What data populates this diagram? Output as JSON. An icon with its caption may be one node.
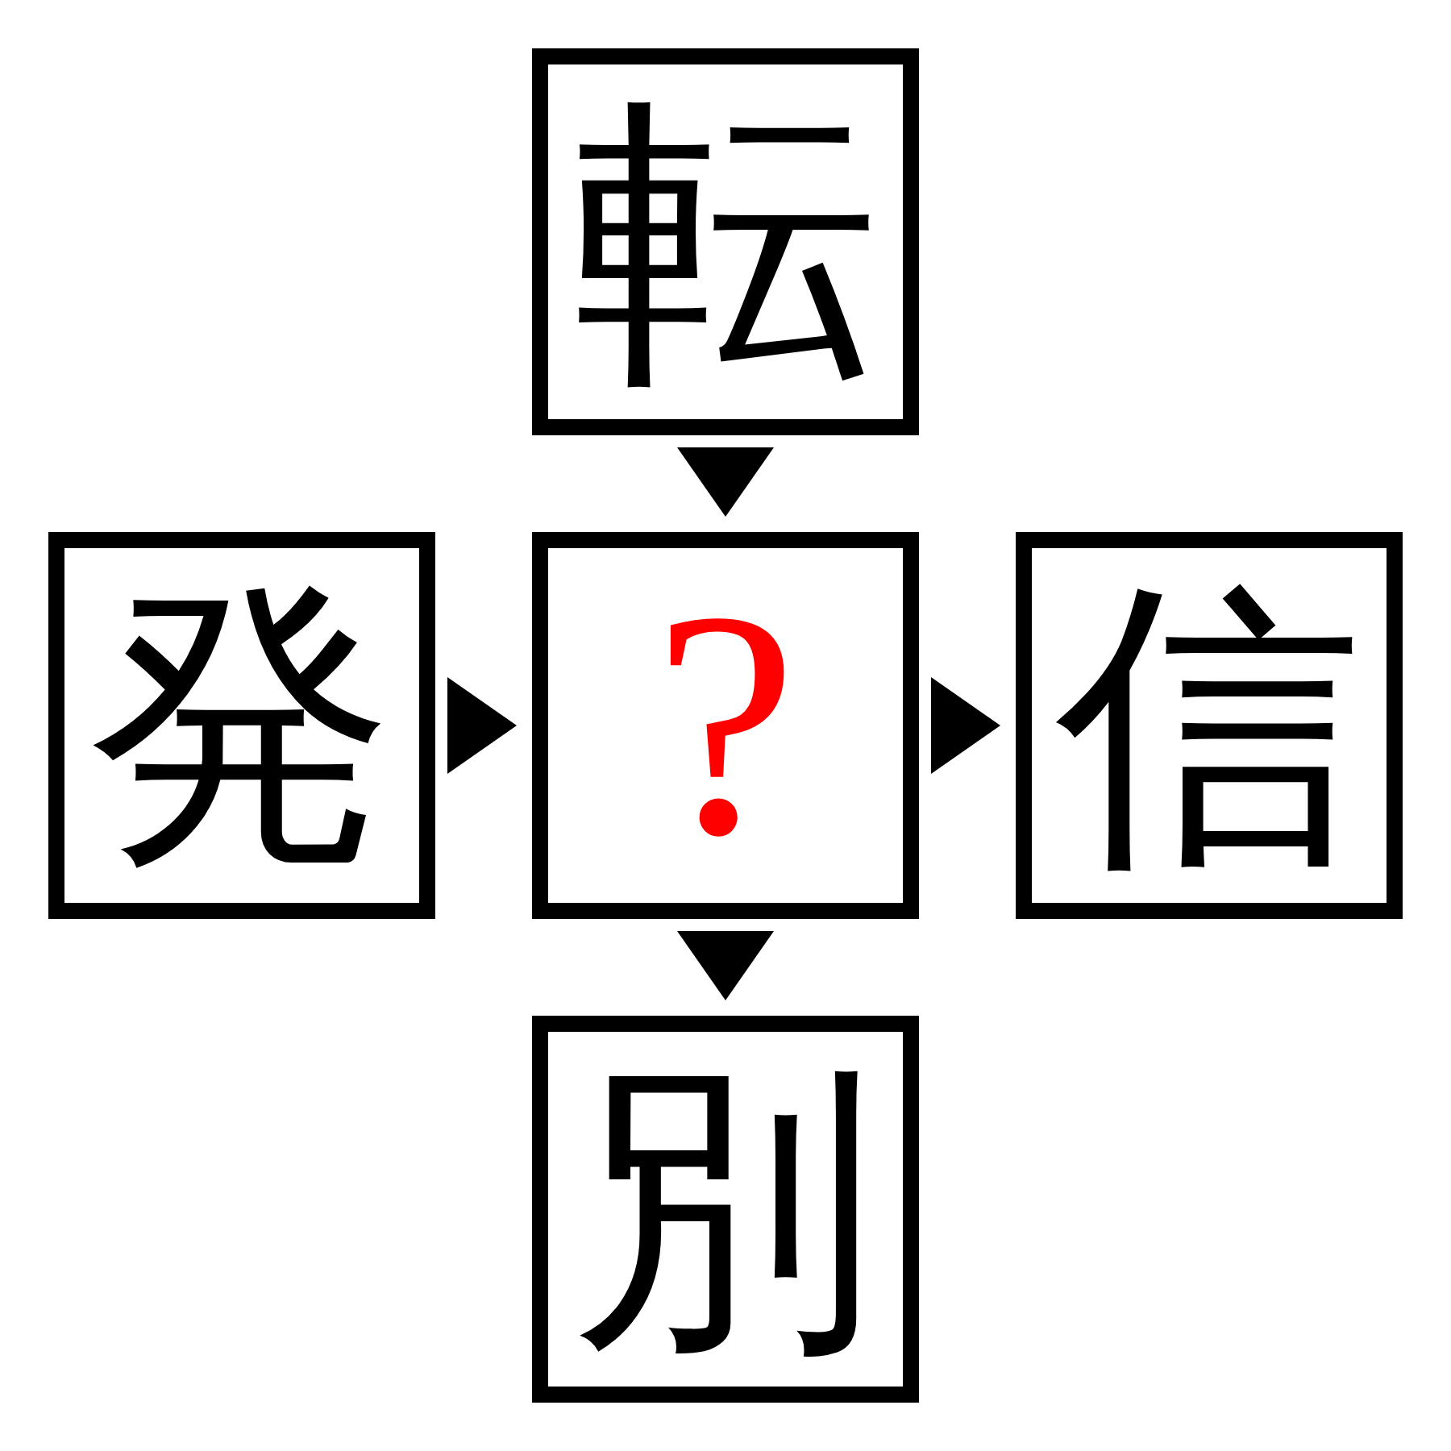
{
  "diagram": {
    "nodes": [
      {
        "text": [
          "転"
        ]
      },
      {
        "text": [
          "発"
        ]
      },
      {
        "text": [
          "?"
        ]
      },
      {
        "text": [
          "信"
        ]
      },
      {
        "text": [
          "別"
        ]
      }
    ],
    "edges": [
      {
        "from": 0,
        "to": 2,
        "arrow": "to"
      },
      {
        "from": 1,
        "to": 2,
        "arrow": "to"
      },
      {
        "from": 2,
        "to": 3,
        "arrow": "to"
      },
      {
        "from": 2,
        "to": 4,
        "arrow": "to"
      }
    ]
  }
}
